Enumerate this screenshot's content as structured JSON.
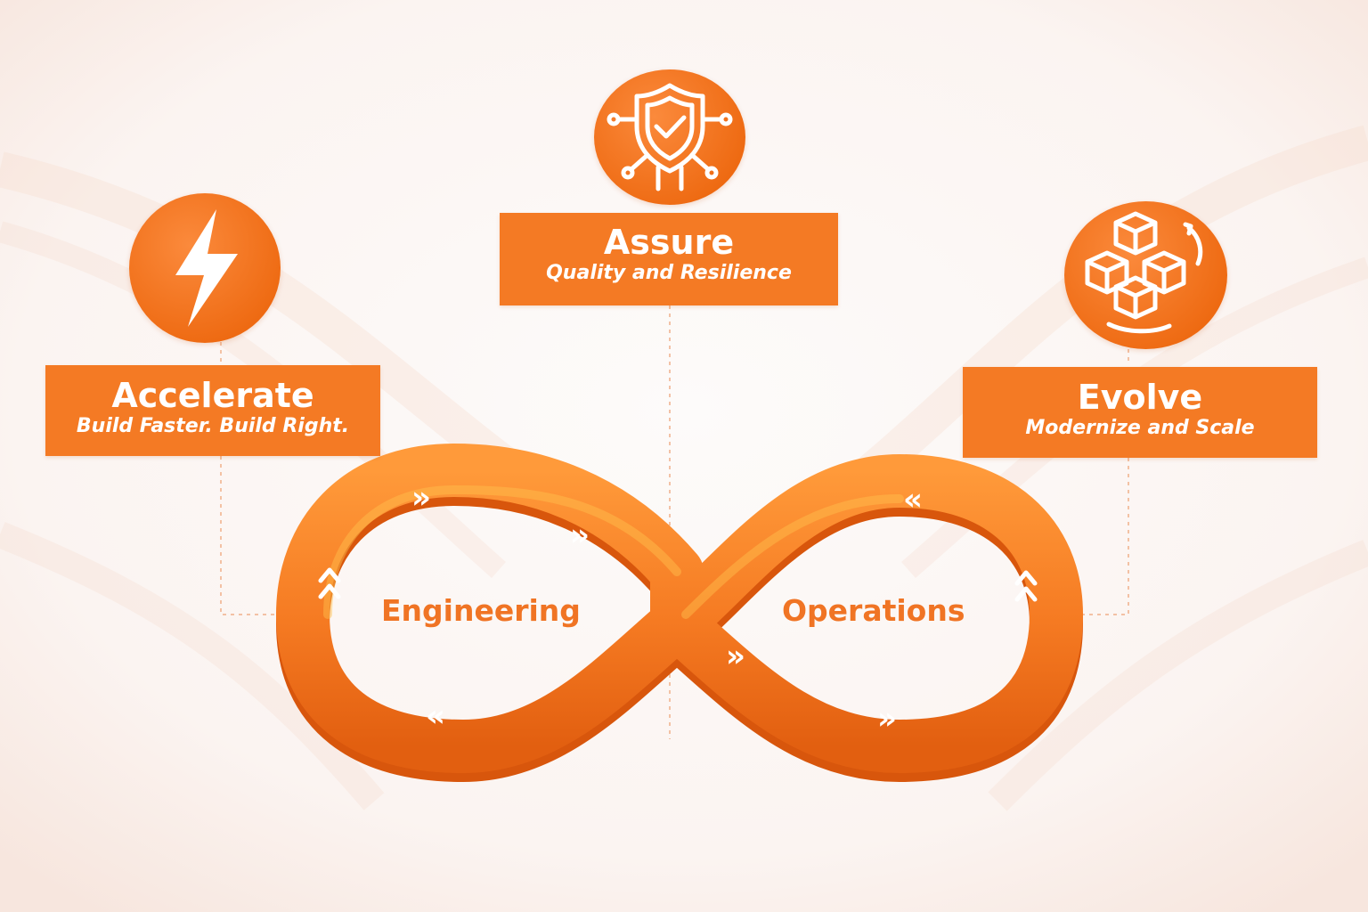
{
  "pillars": [
    {
      "id": "accelerate",
      "title": "Accelerate",
      "subtitle": "Build Faster. Build Right.",
      "icon": "lightning-bolt-icon"
    },
    {
      "id": "assure",
      "title": "Assure",
      "subtitle": "Quality and Resilience",
      "icon": "shield-check-circuit-icon"
    },
    {
      "id": "evolve",
      "title": "Evolve",
      "subtitle": "Modernize and Scale",
      "icon": "cubes-rotate-icon"
    }
  ],
  "loop": {
    "left_label": "Engineering",
    "right_label": "Operations",
    "arrow_glyphs": [
      "»",
      "«"
    ]
  },
  "colors": {
    "accent": "#f47a24",
    "accent_dark": "#e2600f",
    "accent_light": "#ffb04a",
    "background": "#faf6f4"
  }
}
